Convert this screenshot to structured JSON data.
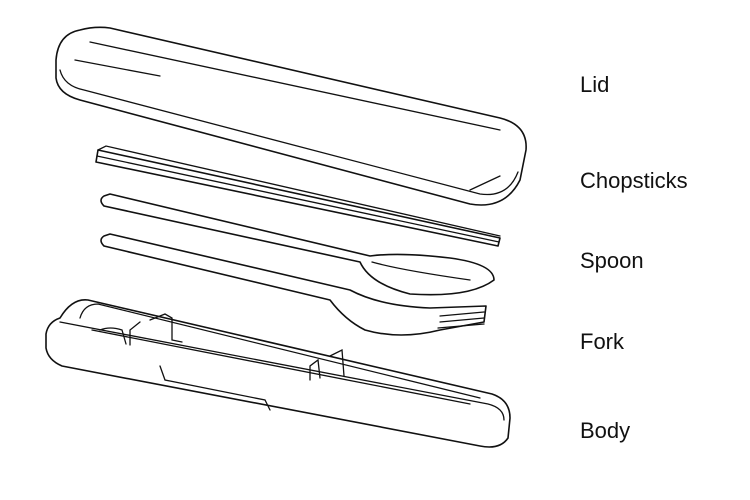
{
  "diagram": {
    "labels": {
      "lid": "Lid",
      "chopsticks": "Chopsticks",
      "spoon": "Spoon",
      "fork": "Fork",
      "body": "Body"
    },
    "line_color": "#111111",
    "background": "#ffffff"
  }
}
